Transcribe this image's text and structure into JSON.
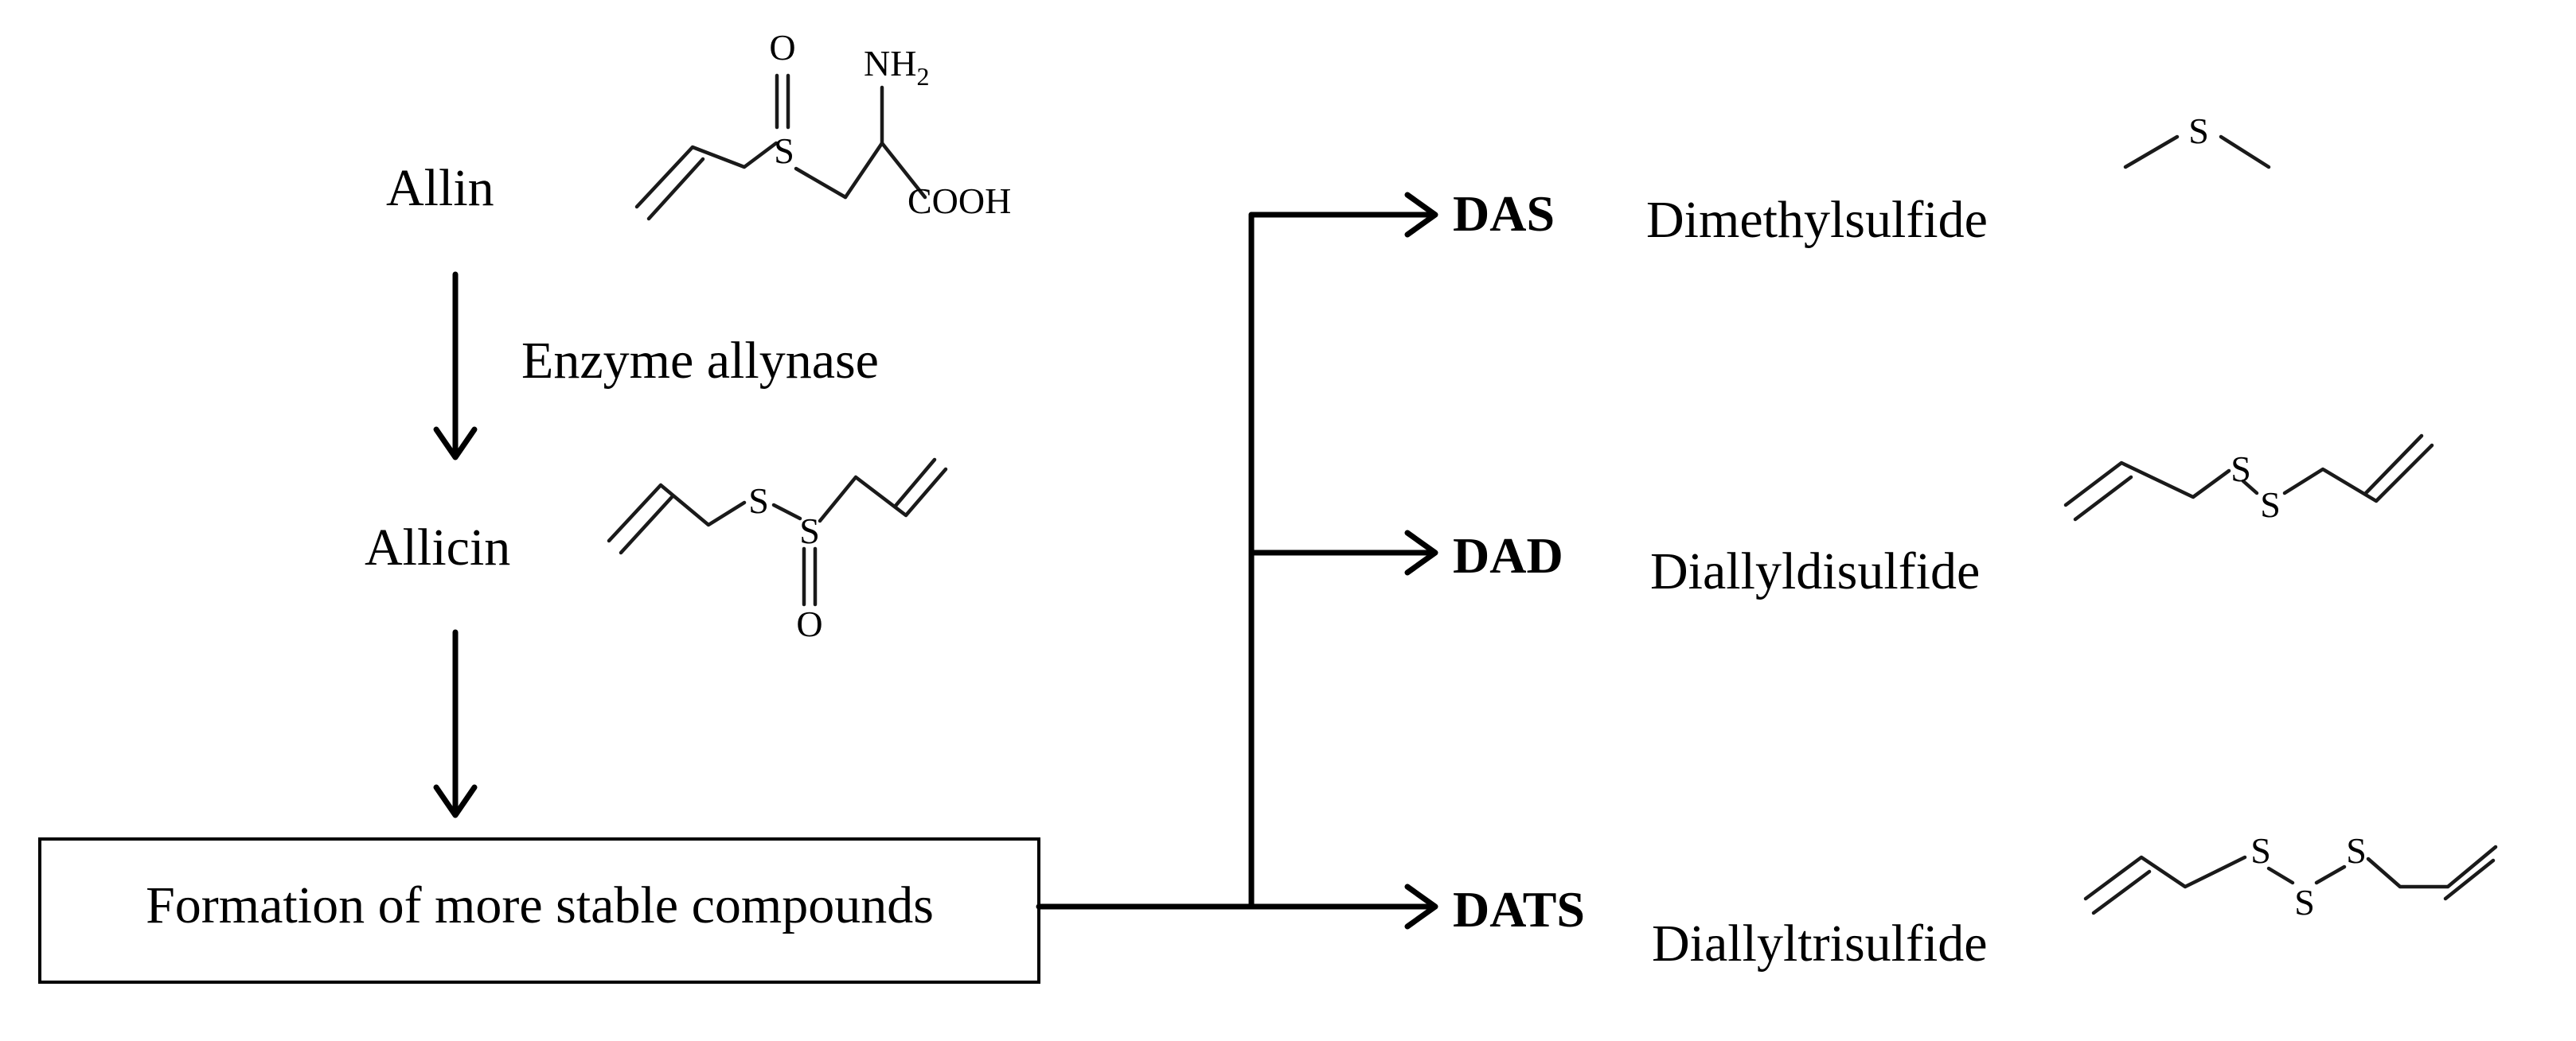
{
  "diagram": {
    "steps": {
      "allin": "Allin",
      "enzyme": "Enzyme allynase",
      "allicin": "Allicin",
      "formation": "Formation of more stable compounds"
    },
    "products": [
      {
        "abbr": "DAS",
        "name": "Dimethylsulfide"
      },
      {
        "abbr": "DAD",
        "name": "Diallyldisulfide"
      },
      {
        "abbr": "DATS",
        "name": "Diallyltrisulfide"
      }
    ],
    "atoms": {
      "oxygen": "O",
      "sulfur": "S",
      "amine": "NH",
      "amine_sub": "2",
      "carboxyl": "COOH"
    }
  }
}
